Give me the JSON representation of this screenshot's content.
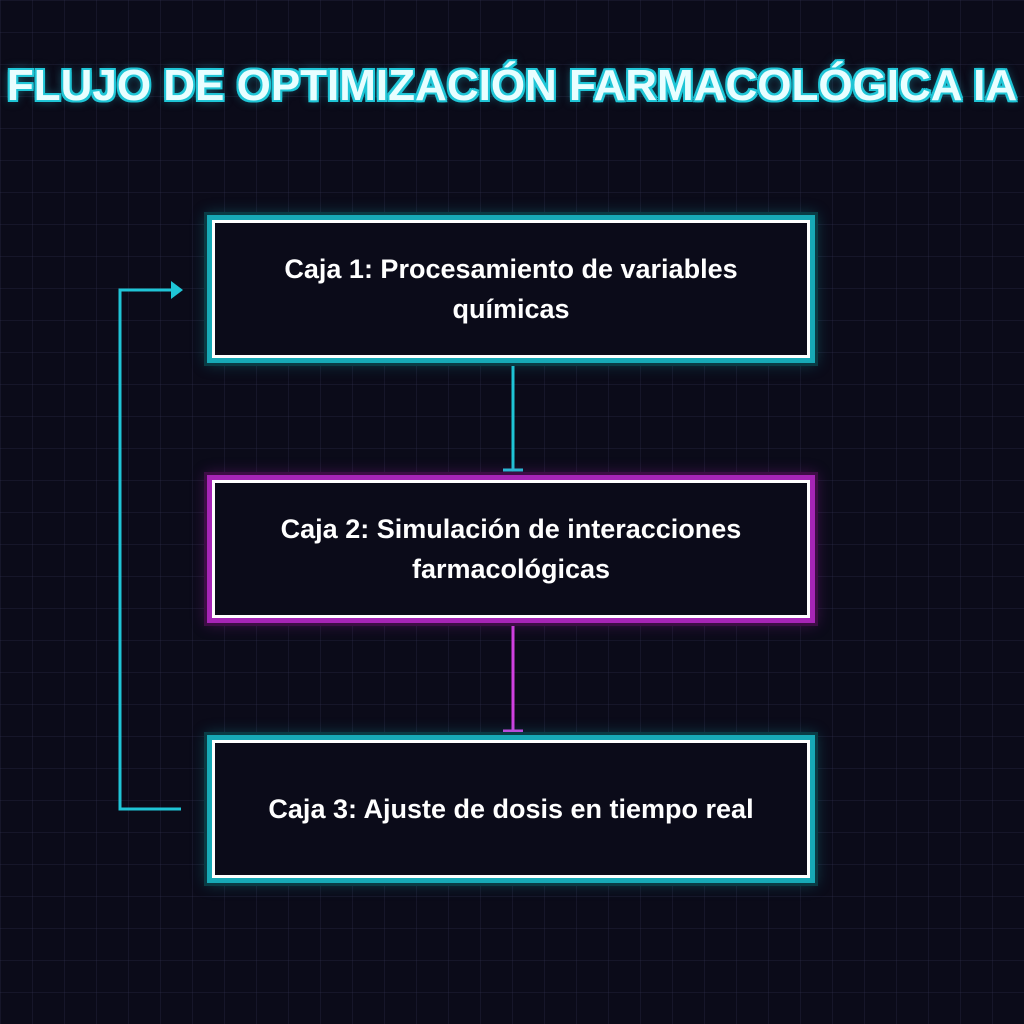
{
  "title": "FLUJO DE OPTIMIZACIÓN FARMACOLÓGICA IA",
  "boxes": [
    {
      "label": "Caja 1: Procesamiento de variables químicas",
      "color": "#17a9b6"
    },
    {
      "label": "Caja 2: Simulación de interacciones farmacológicas",
      "color": "#a625b6"
    },
    {
      "label": "Caja 3: Ajuste de dosis en tiempo real",
      "color": "#17a9b6"
    }
  ],
  "colors": {
    "background": "#0b0b19",
    "cyan_accent": "#1fc5d6",
    "magenta_accent": "#d040e0",
    "box_border": "#ffffff"
  }
}
